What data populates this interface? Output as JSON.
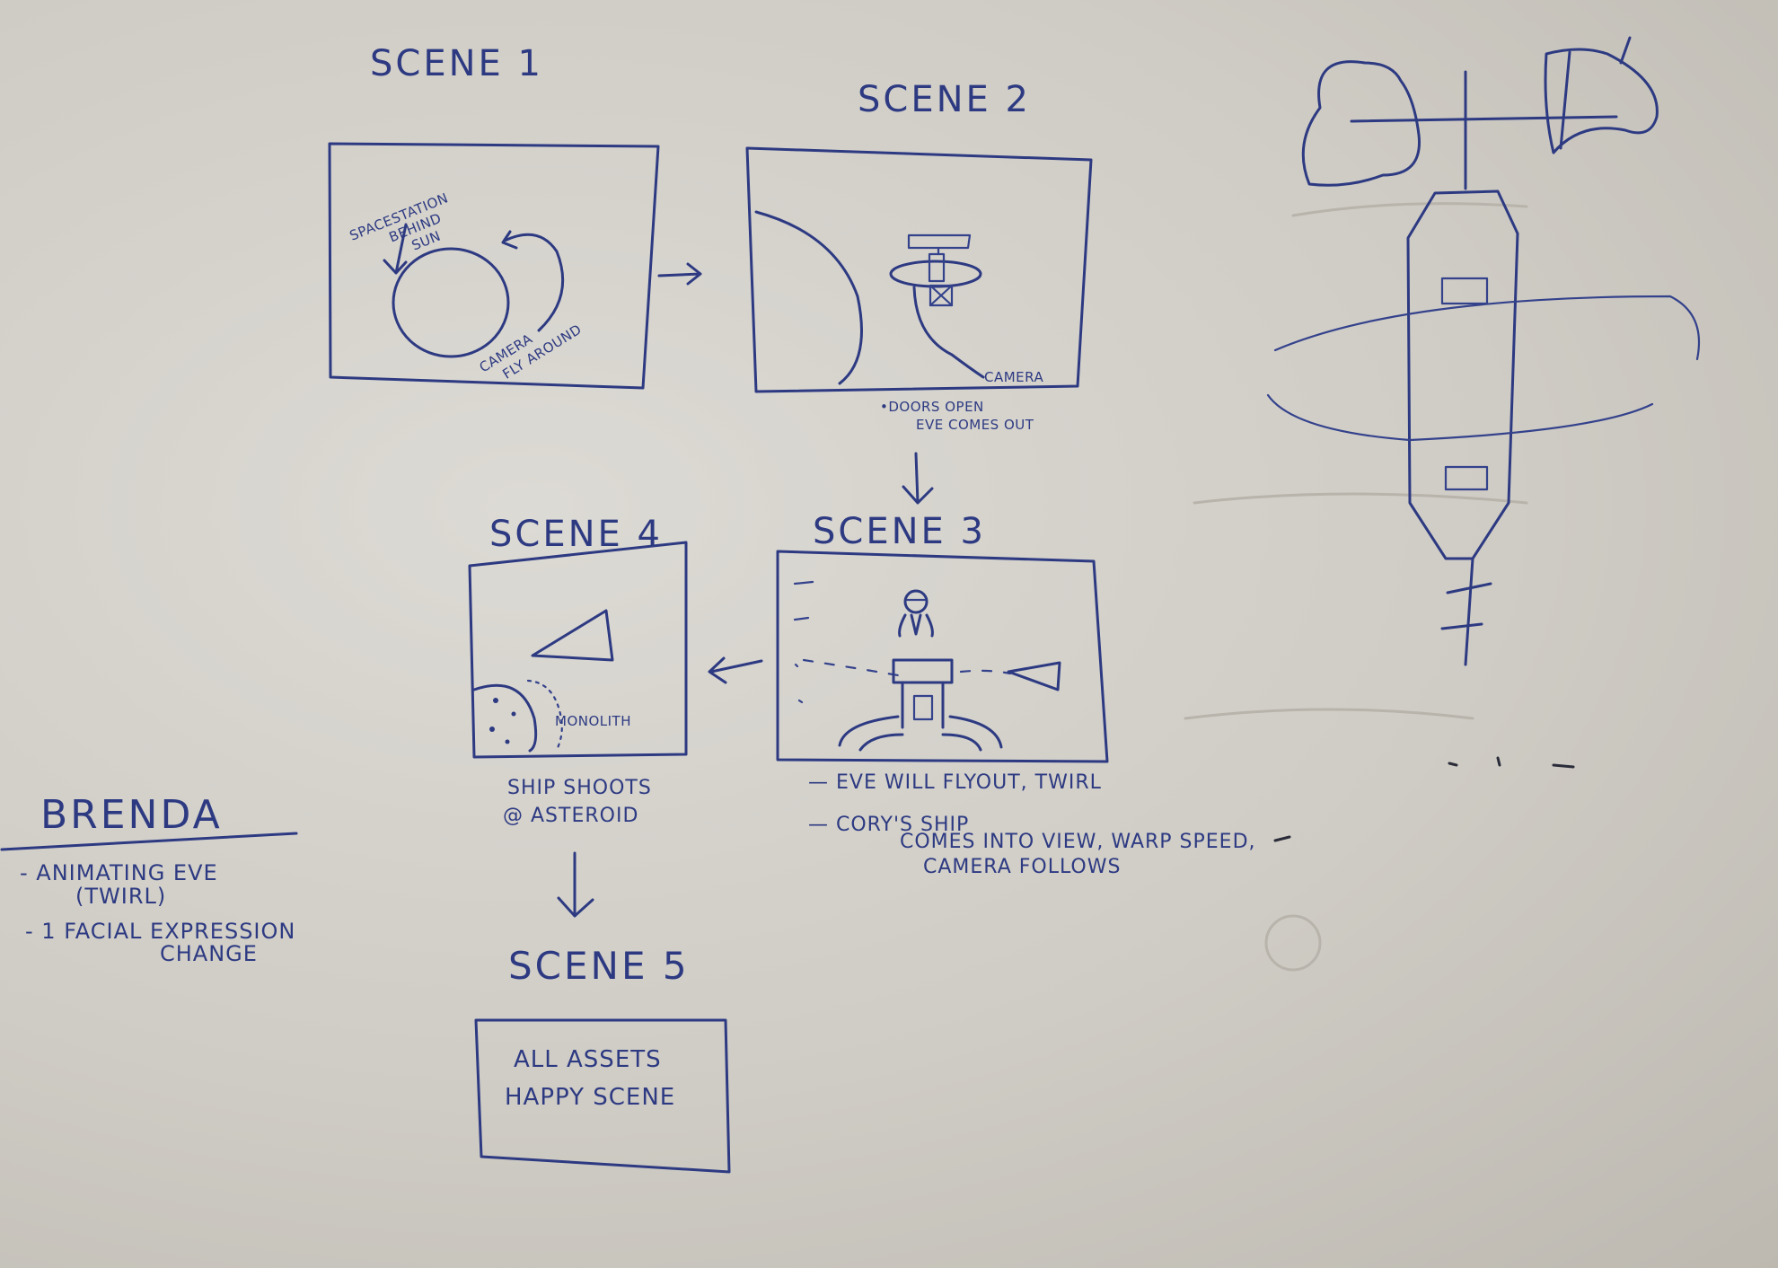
{
  "scenes": [
    {
      "title": "SCENE 1"
    },
    {
      "title": "SCENE 2"
    },
    {
      "title": "SCENE 3"
    },
    {
      "title": "SCENE 4"
    },
    {
      "title": "SCENE 5"
    }
  ],
  "scene1": {
    "label_station": [
      "SPACESTATION",
      "BEHIND",
      "SUN"
    ],
    "label_camera": [
      "CAMERA",
      "FLY AROUND"
    ]
  },
  "scene2": {
    "label_camera": "CAMERA",
    "note": [
      "•DOORS OPEN",
      "EVE COMES OUT"
    ]
  },
  "scene3": {
    "notes": [
      "— EVE WILL FLYOUT, TWIRL",
      "— CORY'S SHIP",
      "COMES INTO VIEW, WARP SPEED,",
      "CAMERA FOLLOWS"
    ]
  },
  "scene4": {
    "label_monolith": "MONOLITH",
    "note": [
      "SHIP SHOOTS",
      "@ ASTEROID"
    ]
  },
  "scene5": {
    "box_text": [
      "ALL ASSETS",
      "HAPPY SCENE"
    ]
  },
  "brenda": {
    "name": "BRENDA",
    "items": [
      "- ANIMATING EVE",
      "(TWIRL)",
      "- 1 FACIAL EXPRESSION",
      "CHANGE"
    ]
  },
  "colors": {
    "ink": "#2d3a82",
    "board": "#d4d1ca"
  }
}
